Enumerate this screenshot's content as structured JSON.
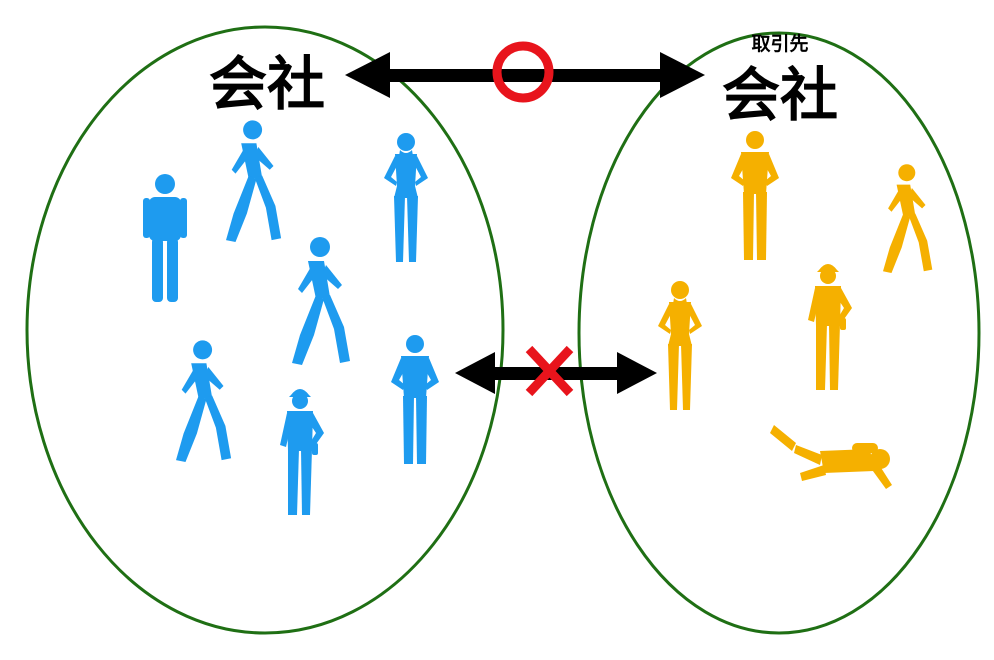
{
  "left_group": {
    "label": "会社",
    "person_color": "#1E9BEF",
    "people": [
      {
        "pose": "standing-front-icon"
      },
      {
        "pose": "walking-man-icon"
      },
      {
        "pose": "standing-woman-icon"
      },
      {
        "pose": "walking-man-icon"
      },
      {
        "pose": "walking-man-icon"
      },
      {
        "pose": "worker-with-helmet-icon"
      },
      {
        "pose": "standing-man-icon"
      }
    ]
  },
  "right_group": {
    "sublabel": "取引先",
    "label": "会社",
    "person_color": "#F5B000",
    "people": [
      {
        "pose": "standing-man-icon"
      },
      {
        "pose": "walking-man-icon"
      },
      {
        "pose": "standing-woman-icon"
      },
      {
        "pose": "worker-with-helmet-icon"
      },
      {
        "pose": "diver-icon"
      }
    ]
  },
  "top_relation": {
    "mark": "circle-icon",
    "meaning": "allowed",
    "mark_color": "#E8141C"
  },
  "bottom_relation": {
    "mark": "cross-icon",
    "meaning": "not-allowed",
    "mark_color": "#E8141C"
  },
  "colors": {
    "ellipse_stroke": "#1F6F14",
    "arrow": "#000000"
  }
}
